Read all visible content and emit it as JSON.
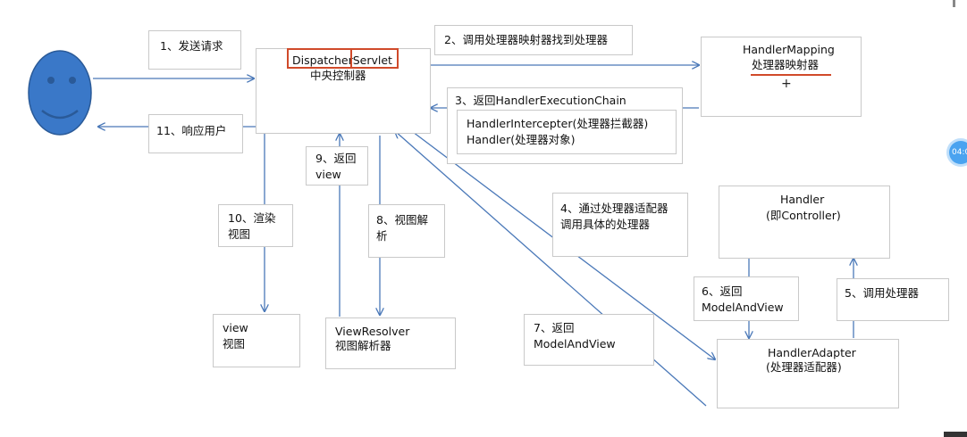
{
  "actor": {
    "name": "user-smiley",
    "color": "#3a78c8"
  },
  "nodes": {
    "dispatcher_line1": "DispatcherServlet",
    "dispatcher_line2": "中央控制器",
    "handler_mapping_line1": "HandlerMapping",
    "handler_mapping_line2": "处理器映射器",
    "handler_line1": "Handler",
    "handler_line2": "(即Controller)",
    "handler_adapter_line1": "HandlerAdapter",
    "handler_adapter_line2": "(处理器适配器)",
    "view_resolver_line1": "ViewResolver",
    "view_resolver_line2": "视图解析器",
    "view_line1": "view",
    "view_line2": "视图"
  },
  "steps": {
    "s1": "1、发送请求",
    "s2": "2、调用处理器映射器找到处理器",
    "s3_title": "3、返回HandlerExecutionChain",
    "s3_item1": "HandlerIntercepter(处理器拦截器)",
    "s3_item2": "Handler(处理器对象)",
    "s4_line1": "4、通过处理器适配器",
    "s4_line2": "调用具体的处理器",
    "s5": "5、调用处理器",
    "s6_line1": "6、返回",
    "s6_line2": "ModelAndView",
    "s7_line1": "7、返回",
    "s7_line2": "ModelAndView",
    "s8_line1": "8、视图解",
    "s8_line2": "析",
    "s9_line1": "9、返回",
    "s9_line2": "view",
    "s10_line1": "10、渲染",
    "s10_line2": "视图",
    "s11": "11、响应用户"
  },
  "overlay": {
    "badge_text": "04:0"
  },
  "colors": {
    "arrow": "#4a78b8",
    "highlight": "#d04a2a",
    "box_border": "#c9c9c9"
  }
}
